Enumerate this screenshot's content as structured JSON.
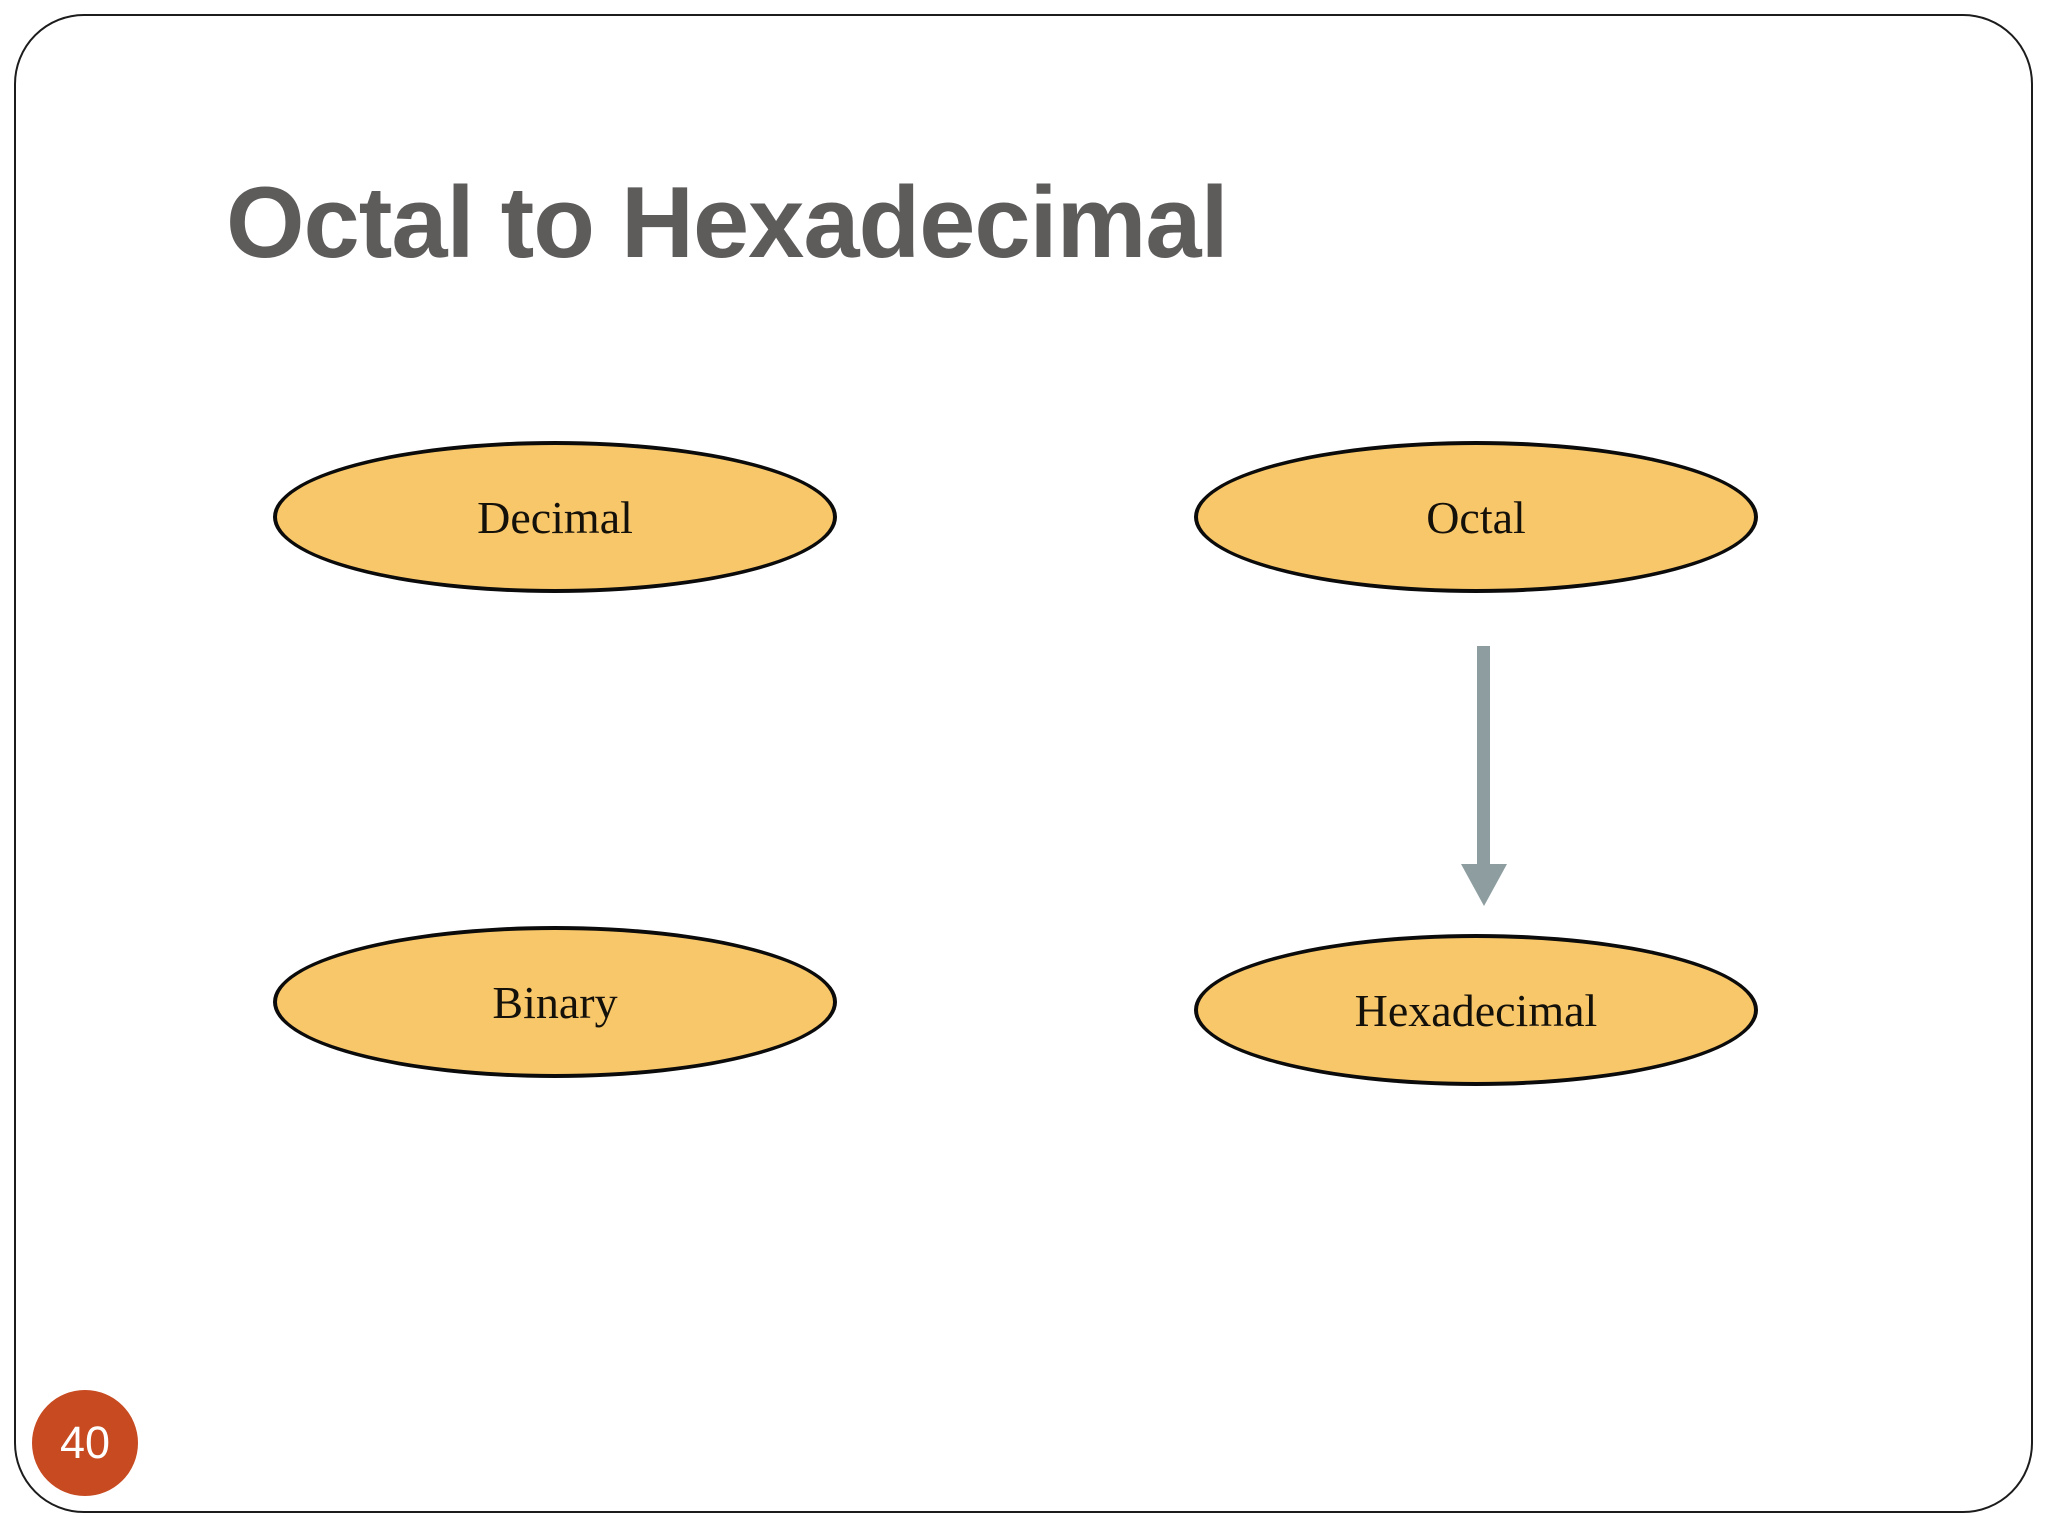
{
  "slide": {
    "title": "Octal to Hexadecimal",
    "page_number": "40",
    "nodes": [
      {
        "id": "decimal",
        "label": "Decimal"
      },
      {
        "id": "octal",
        "label": "Octal"
      },
      {
        "id": "binary",
        "label": "Binary"
      },
      {
        "id": "hexadecimal",
        "label": "Hexadecimal"
      }
    ],
    "connector": {
      "from": "Octal",
      "to": "Hexadecimal",
      "direction": "down"
    },
    "colors": {
      "ellipse_fill": "#F8C76A",
      "ellipse_border": "#0B0B0B",
      "node_text": "#14100A",
      "title_text": "#5E5B5B",
      "arrow": "#8E9EA0",
      "badge_fill": "#C74A20",
      "badge_text": "#FFFFFF",
      "slide_border": "#1C1C1C",
      "background": "#FFFFFF"
    }
  }
}
